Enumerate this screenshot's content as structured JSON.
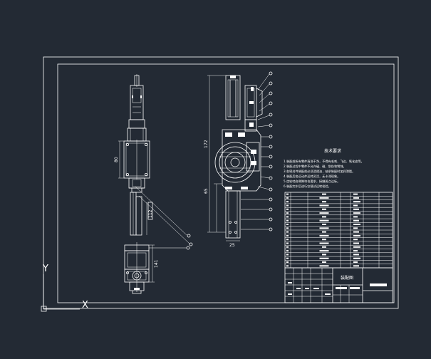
{
  "canvas": {
    "background": "#232a34",
    "line_color": "#ffffff"
  },
  "ucs": {
    "y_label": "Y",
    "x_label": "X"
  },
  "dimensions": {
    "side_width": "80",
    "side_height": "112",
    "bottom_height": "141",
    "section_height": "172",
    "section_lower": "65",
    "section_width": "25"
  },
  "tech_requirements": {
    "title": "技术要求",
    "lines": [
      "1.装配前所有零件清洗干净，不得有毛刺、飞边、氧化皮等。",
      "2.装配过程中零件不允许磕、碰、划伤和锈蚀。",
      "3.各密封件装配前必须浸透油，轴承装配时加润滑脂。",
      "4.装配后各运动件运转灵活，无卡滞现象。",
      "5.齿轮啮合侧隙符合要求，接触斑点达标。",
      "6.装配完毕后进行空载试运转检验。"
    ]
  },
  "title_block": {
    "drawing_name": "装配图"
  }
}
